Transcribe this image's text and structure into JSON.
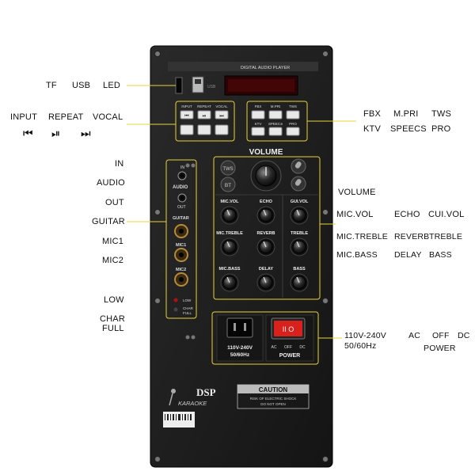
{
  "panel": {
    "display_title": "DIGITAL AUDIO PLAYER",
    "usb_port_label": "USB",
    "volume_label": "VOLUME",
    "audio_label": "AUDIO",
    "in_label": "IN",
    "out_label": "OUT",
    "guitar_label": "GUITAR",
    "mic1_label": "MIC1",
    "mic2_label": "MIC2",
    "low_label": "LOW",
    "char_label": "CHAR",
    "full_label": "FULL",
    "tws_icon": "TWS",
    "bt_icon": "BT",
    "ac_in_line1": "110V-240V",
    "ac_in_line2": "50/60Hz",
    "power_label": "POWER",
    "switch_positions": [
      "AC",
      "OFF",
      "DC"
    ],
    "switch_symbol": "II O",
    "dsp_label": "DSP",
    "karaoke_label": "KARAOKE",
    "caution_title": "CAUTION",
    "caution_line1": "RISK OF ELECTRIC SHOCK",
    "caution_line2": "DO NOT OPEN",
    "left_buttons": [
      {
        "top": "INPUT",
        "icon": "previous-icon",
        "glyph": "⏮"
      },
      {
        "top": "REPEAT",
        "icon": "play-pause-icon",
        "glyph": "⏯"
      },
      {
        "top": "VOCAL",
        "icon": "next-icon",
        "glyph": "⏭"
      }
    ],
    "right_buttons_top": [
      "FBX",
      "M.PRI",
      "TWS"
    ],
    "right_buttons_bottom": [
      "KTV",
      "SPEECS",
      "PRO"
    ],
    "knobs": [
      [
        "MIC.VOL",
        "ECHO",
        "GUI.VOL"
      ],
      [
        "MIC.TREBLE",
        "REVERB",
        "TREBLE"
      ],
      [
        "MIC.BASS",
        "DELAY",
        "BASS"
      ]
    ]
  },
  "callouts": {
    "tf": "TF",
    "usb": "USB",
    "led": "LED",
    "input": "INPUT",
    "repeat": "REPEAT",
    "vocal": "VOCAL",
    "prev_glyph": "⏮",
    "play_glyph": "⏯",
    "next_glyph": "⏭",
    "fbx": "FBX",
    "mpri": "M.PRI",
    "tws": "TWS",
    "ktv": "KTV",
    "speecs": "SPEECS",
    "pro": "PRO",
    "in": "IN",
    "audio": "AUDIO",
    "out": "OUT",
    "guitar": "GUITAR",
    "mic1": "MIC1",
    "mic2": "MIC2",
    "low": "LOW",
    "char": "CHAR",
    "full": "FULL",
    "volume": "VOLUME",
    "micvol": "MIC.VOL",
    "echo": "ECHO",
    "cuivol": "CUI.VOL",
    "mictreble": "MIC.TREBLE",
    "reverb": "REVERB",
    "treble": "TREBLE",
    "micbass": "MIC.BASS",
    "delay": "DELAY",
    "bass": "BASS",
    "voltage": "110V-240V",
    "freq": "50/60Hz",
    "ac": "AC",
    "off": "OFF",
    "dc": "DC",
    "power": "POWER"
  },
  "colors": {
    "panel": "#1c1c1c",
    "callout_line": "#e8d43a",
    "led_red": "#b01010",
    "switch_red": "#d8201c"
  }
}
